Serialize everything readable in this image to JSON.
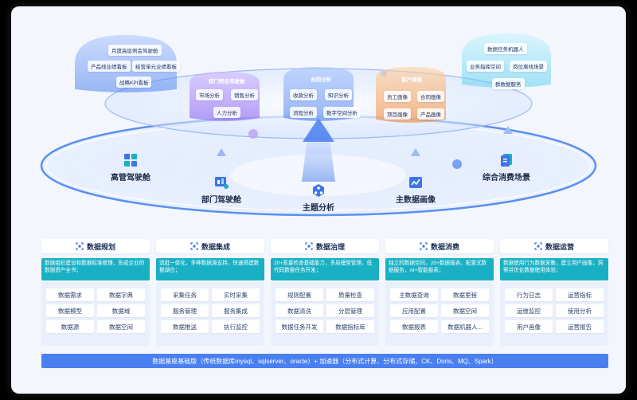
{
  "bubbles": {
    "exec": {
      "items": [
        "月度高层例会驾驶舱",
        "产品线业绩看板",
        "经营单元业绩看板",
        "战略KPI看板"
      ]
    },
    "dept": {
      "title": "部门例会驾驶舱",
      "items": [
        "市场分析",
        "销售分析",
        "人力分析"
      ]
    },
    "topic": {
      "title": "合同分析",
      "items": [
        "收款分析",
        "知识分析",
        "流程分析",
        "数字空间分析"
      ]
    },
    "master": {
      "title": "客户画像",
      "items": [
        "员工画像",
        "合同画像",
        "项目画像",
        "产品画像"
      ]
    },
    "consume": {
      "items": [
        "数据任务机器人",
        "业务指挥空间",
        "岗位离线场景",
        "群数据服务"
      ]
    }
  },
  "nodes": [
    {
      "label": "高管驾驶舱",
      "icon": "grid-icon"
    },
    {
      "label": "部门驾驶舱",
      "icon": "dashboard-icon"
    },
    {
      "label": "主题分析",
      "icon": "share-icon"
    },
    {
      "label": "主数据画像",
      "icon": "trend-icon"
    },
    {
      "label": "综合消费场景",
      "icon": "document-icon"
    }
  ],
  "columns": [
    {
      "title": "数据规划",
      "desc": "数据组织建设和数据标准梳理，形成企业的数据资产全书；",
      "cells": [
        "数据需求",
        "数据字典",
        "数据模型",
        "数据域",
        "数据源",
        "数据空间"
      ]
    },
    {
      "title": "数据集成",
      "desc": "流批一体化，多种数据源支持，快速搭建数据湖仓；",
      "cells": [
        "采集任务",
        "实时采集",
        "服务管理",
        "服务集成",
        "数据推送",
        "执行监控"
      ]
    },
    {
      "title": "数据治理",
      "desc": "20+质量检查基础能力，多层模型管理，低代码数据任务开发；",
      "cells": [
        "规则配置",
        "质量检查",
        "数据清洗",
        "分层管理",
        "数据任务开发",
        "数据指标库"
      ]
    },
    {
      "title": "数据消费",
      "desc": "独立的数据空间，20+数据报表，配置式数据服务，AI+智能报表；",
      "cells": [
        "主数据查询",
        "数据里程",
        "应用配置",
        "数据空间",
        "数据报表",
        "数据机器人..."
      ]
    },
    {
      "title": "数据运营",
      "desc": "数据使用行为数据采集，建立用户画像，洞察并优化数据使用体验；",
      "cells": [
        "行为日志",
        "运营指标",
        "运维监控",
        "使用分析",
        "用户画像",
        "运营报告"
      ]
    }
  ],
  "base_text": "数据基座基础版（传统数据库mysql、sqlserver、oracle）+ 加速器（分布式计算、分布式存储、CK、Doris、MQ、Spark）",
  "colors": {
    "accent": "#4a7ff0",
    "teal": "#19b0c4",
    "navy": "#1a2d56"
  }
}
